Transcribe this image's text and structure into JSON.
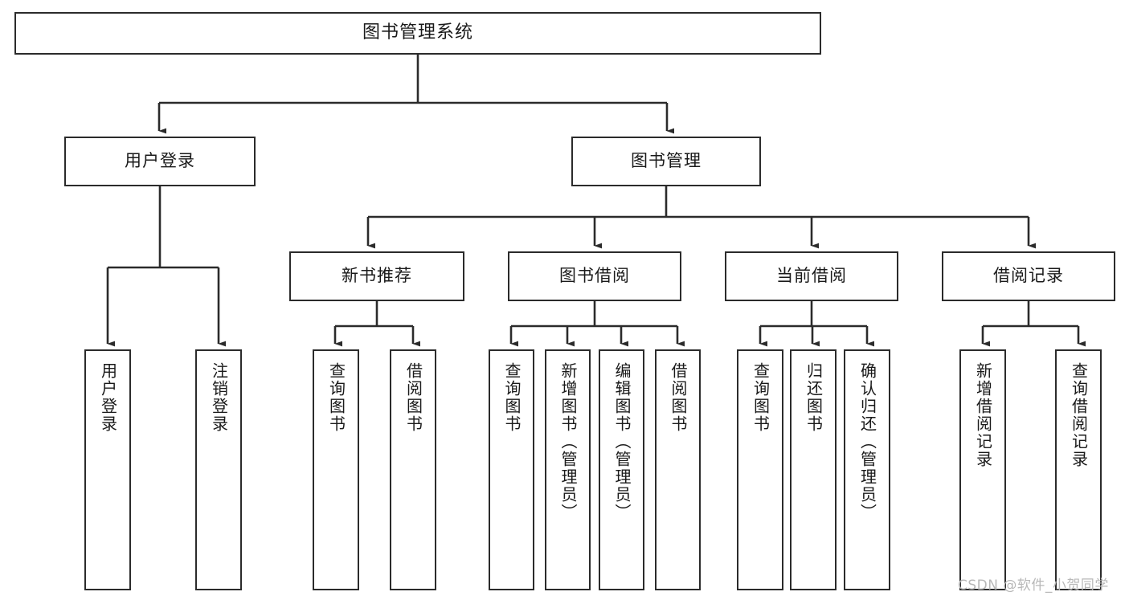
{
  "diagram": {
    "title": "图书管理系统",
    "type": "tree-hierarchy",
    "watermark": "CSDN @软件_小贺同学",
    "colors": {
      "box_border": "#2b2b2b",
      "box_fill": "#ffffff",
      "line": "#2b2b2b",
      "text": "#1a1a1a",
      "watermark": "#b8b8b8",
      "background": "#ffffff"
    },
    "levels": {
      "level1": [
        {
          "id": "root",
          "label": "图书管理系统"
        }
      ],
      "level2": [
        {
          "id": "user-login",
          "label": "用户登录"
        },
        {
          "id": "book-manage",
          "label": "图书管理"
        }
      ],
      "level3": [
        {
          "id": "new-book-recommend",
          "label": "新书推荐",
          "parent": "book-manage"
        },
        {
          "id": "book-borrow",
          "label": "图书借阅",
          "parent": "book-manage"
        },
        {
          "id": "current-borrow",
          "label": "当前借阅",
          "parent": "book-manage"
        },
        {
          "id": "borrow-record",
          "label": "借阅记录",
          "parent": "book-manage"
        }
      ],
      "leaves": [
        {
          "id": "leaf-user-login",
          "label": "用户登录",
          "parent": "user-login"
        },
        {
          "id": "leaf-logout",
          "label": "注销登录",
          "parent": "user-login"
        },
        {
          "id": "leaf-query-book-1",
          "label": "查询图书",
          "parent": "new-book-recommend"
        },
        {
          "id": "leaf-borrow-book-1",
          "label": "借阅图书",
          "parent": "new-book-recommend"
        },
        {
          "id": "leaf-query-book-2",
          "label": "查询图书",
          "parent": "book-borrow"
        },
        {
          "id": "leaf-add-book",
          "label": "新增图书（管理员）",
          "parent": "book-borrow"
        },
        {
          "id": "leaf-edit-book",
          "label": "编辑图书（管理员）",
          "parent": "book-borrow"
        },
        {
          "id": "leaf-borrow-book-2",
          "label": "借阅图书",
          "parent": "book-borrow"
        },
        {
          "id": "leaf-query-book-3",
          "label": "查询图书",
          "parent": "current-borrow"
        },
        {
          "id": "leaf-return-book",
          "label": "归还图书",
          "parent": "current-borrow"
        },
        {
          "id": "leaf-confirm-return",
          "label": "确认归还（管理员）",
          "parent": "current-borrow"
        },
        {
          "id": "leaf-add-record",
          "label": "新增借阅记录",
          "parent": "borrow-record"
        },
        {
          "id": "leaf-query-record",
          "label": "查询借阅记录",
          "parent": "borrow-record"
        }
      ]
    }
  }
}
